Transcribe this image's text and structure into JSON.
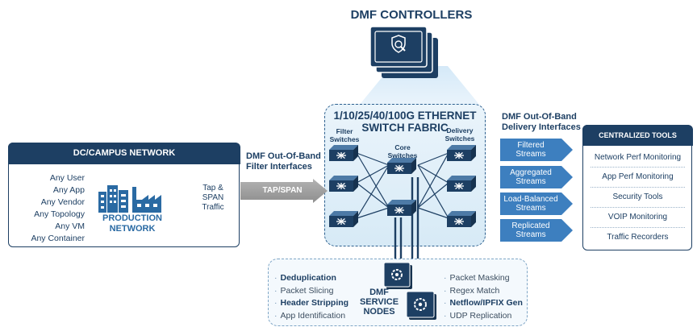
{
  "controllers": {
    "title": "DMF CONTROLLERS"
  },
  "fabric": {
    "title_line1": "1/10/25/40/100G ETHERNET",
    "title_line2": "SWITCH FABRIC",
    "filter_switches": [
      "Filter",
      "Switches"
    ],
    "core_switches": [
      "Core",
      "Switches"
    ],
    "delivery_switches": [
      "Delivery",
      "Switches"
    ]
  },
  "dc_network": {
    "title": "DC/CAMPUS NETWORK",
    "items": [
      "Any User",
      "Any App",
      "Any Vendor",
      "Any Topology",
      "Any VM",
      "Any Container"
    ],
    "production": [
      "PRODUCTION",
      "NETWORK"
    ],
    "tap_span_traffic": [
      "Tap &",
      "SPAN",
      "Traffic"
    ]
  },
  "filter_interfaces": [
    "DMF Out-Of-Band",
    "Filter Interfaces"
  ],
  "tap_arrow_label": "TAP/SPAN",
  "delivery_interfaces": [
    "DMF Out-Of-Band",
    "Delivery  Interfaces"
  ],
  "streams": [
    [
      "Filtered",
      "Streams"
    ],
    [
      "Aggregated",
      "Streams"
    ],
    [
      "Load-Balanced",
      "Streams"
    ],
    [
      "Replicated",
      "Streams"
    ]
  ],
  "tools": {
    "title": "CENTRALIZED TOOLS",
    "items": [
      "Network Perf Monitoring",
      "App Perf Monitoring",
      "Security Tools",
      "VOIP Monitoring",
      "Traffic Recorders"
    ]
  },
  "service_nodes": {
    "title": [
      "DMF",
      "SERVICE",
      "NODES"
    ],
    "left_items": [
      "Deduplication",
      "Packet Slicing",
      "Header Stripping",
      "App Identification"
    ],
    "right_items": [
      "Packet Masking",
      "Regex Match",
      "Netflow/IPFIX Gen",
      "UDP Replication"
    ]
  },
  "colors": {
    "navy": "#1d3f63",
    "accent": "#2a6aa3",
    "stream_blue": "#3d7fbf",
    "tap_gray": "#9a9a9a"
  }
}
